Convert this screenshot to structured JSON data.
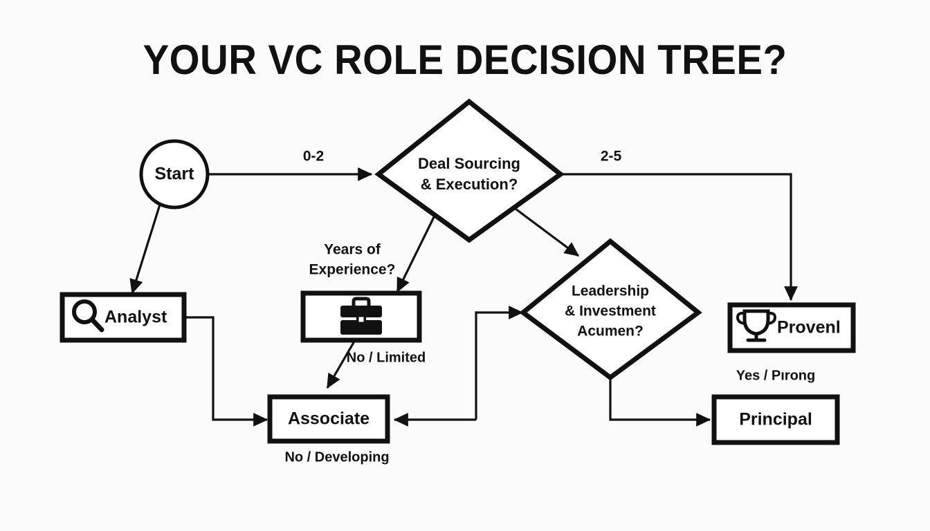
{
  "title": "YOUR VC ROLE DECISION TREE?",
  "background_color": "#fbfbfb",
  "ink_color": "#111111",
  "nodes": {
    "start": {
      "label": "Start",
      "shape": "circle"
    },
    "decision_sourcing": {
      "line1": "Deal Sourcing",
      "line2": "& Execution?",
      "shape": "diamond"
    },
    "decision_leadership": {
      "line1": "Leadership",
      "line2": "& Investment",
      "line3": "Acumen?",
      "shape": "diamond"
    },
    "analyst": {
      "label": "Analyst",
      "shape": "rect",
      "icon": "search-icon"
    },
    "experience_box": {
      "label": "",
      "shape": "rect",
      "icon": "briefcase-icon"
    },
    "proven": {
      "label": "Provenl",
      "shape": "rect",
      "icon": "trophy-icon"
    },
    "associate": {
      "label": "Associate",
      "shape": "rect"
    },
    "principal": {
      "label": "Principal",
      "shape": "rect"
    }
  },
  "edge_labels": {
    "zero_to_two": "0-2",
    "two_to_five": "2-5",
    "years_of_experience_line1": "Years of",
    "years_of_experience_line2": "Experience?",
    "no_limited": "No / Limited",
    "no_developing": "No / Developing",
    "yes_strong": "Yes / Pırong"
  }
}
